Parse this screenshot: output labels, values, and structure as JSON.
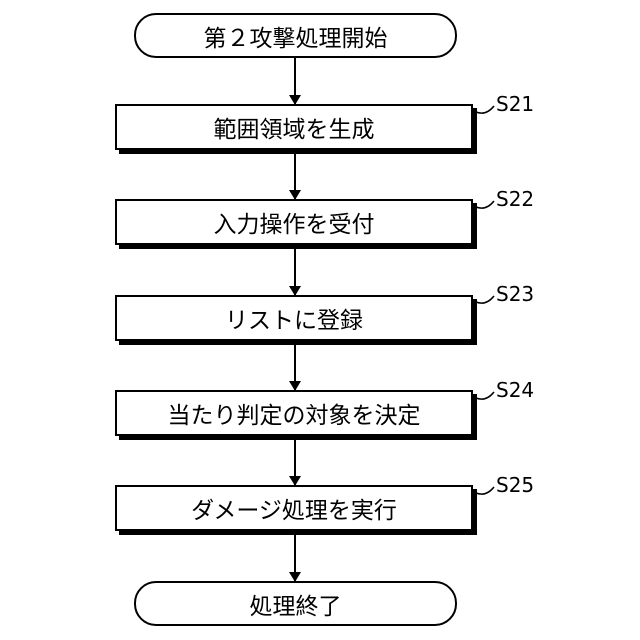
{
  "start": "第２攻撃処理開始",
  "steps": [
    {
      "text": "範囲領域を生成",
      "label": "S21"
    },
    {
      "text": "入力操作を受付",
      "label": "S22"
    },
    {
      "text": "リストに登録",
      "label": "S23"
    },
    {
      "text": "当たり判定の対象を決定",
      "label": "S24"
    },
    {
      "text": "ダメージ処理を実行",
      "label": "S25"
    }
  ],
  "end": "処理終了"
}
